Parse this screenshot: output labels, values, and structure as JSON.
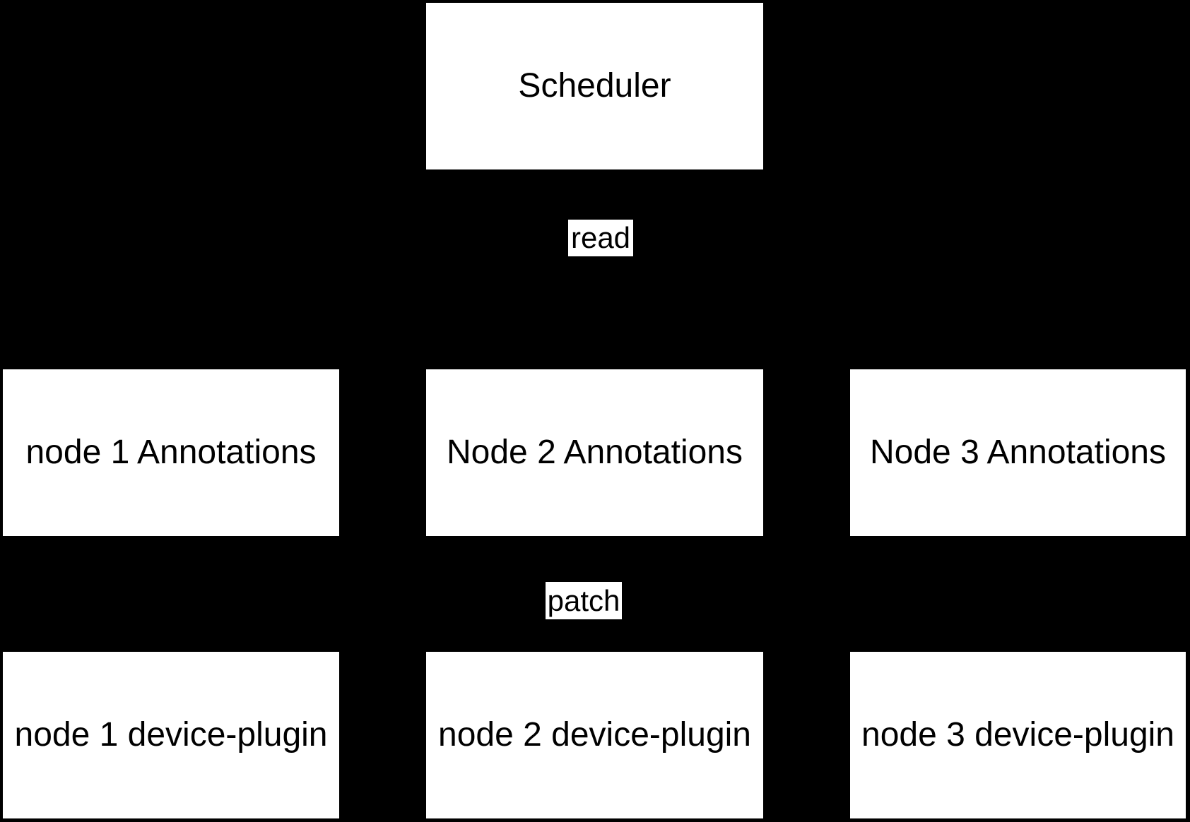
{
  "diagram": {
    "colors": {
      "background": "#000000",
      "node_fill": "#ffffff",
      "node_text": "#000000",
      "edge_label_fill": "#ffffff",
      "edge_label_text": "#000000"
    },
    "scheduler": {
      "label": "Scheduler"
    },
    "edge_labels": {
      "read": "read",
      "patch": "patch"
    },
    "annotation_nodes": [
      {
        "label": "node 1 Annotations"
      },
      {
        "label": "Node 2 Annotations"
      },
      {
        "label": "Node 3 Annotations"
      }
    ],
    "device_plugin_nodes": [
      {
        "label": "node 1 device-plugin"
      },
      {
        "label": "node 2 device-plugin"
      },
      {
        "label": "node 3 device-plugin"
      }
    ]
  }
}
